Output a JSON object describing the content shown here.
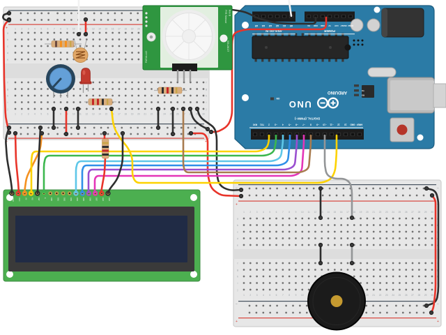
{
  "arduino": {
    "brand": "ARDUINO",
    "model": "UNO",
    "digital_label": "DIGITAL (PWM~)",
    "analog_label": "ANALOG IN",
    "power_label": "POWER",
    "on_label": "ON",
    "tx_label": "TX",
    "rx_label": "RX",
    "analog_pins": [
      "A5",
      "A4",
      "A3",
      "A2",
      "A1",
      "A0"
    ],
    "power_pins": [
      "Vin",
      "GND",
      "GND",
      "5V",
      "3.3V",
      "RESET",
      "IOREF"
    ],
    "digital_pins": [
      "RX0",
      "TX1",
      "2",
      "~3",
      "4",
      "~5",
      "~6",
      "~7",
      "8",
      "~9",
      "~10",
      "~11",
      "12",
      "13",
      "GND",
      "AREF"
    ]
  },
  "pir": {
    "title": "PIR Sensor",
    "rev": "Rev B",
    "part": "555-28027",
    "brand": "PARALLAX"
  },
  "lcd": {
    "pin_labels": [
      "GND",
      "VCC",
      "V0",
      "RS",
      "RW",
      "E",
      "DB0",
      "DB1",
      "DB2",
      "DB3",
      "DB4",
      "DB5",
      "DB6",
      "DB7",
      "LED",
      "LED"
    ],
    "pin_connections": [
      "black",
      "red",
      "orange",
      "yellow",
      "black",
      "green",
      null,
      null,
      null,
      null,
      "cyan",
      "blue",
      "purple",
      "magenta",
      "red",
      "black"
    ]
  },
  "breadboards": {
    "col_numbers": [
      "1",
      "2",
      "3",
      "4",
      "5",
      "6",
      "7",
      "8",
      "9",
      "10",
      "11",
      "12",
      "13",
      "14",
      "15",
      "16",
      "17",
      "18",
      "19",
      "20",
      "21",
      "22",
      "23",
      "24",
      "25",
      "26",
      "27",
      "28",
      "29",
      "30"
    ],
    "row_letters_top": [
      "a",
      "b",
      "c",
      "d",
      "e"
    ],
    "row_letters_bottom": [
      "f",
      "g",
      "h",
      "i",
      "j"
    ],
    "rail_plus": "+",
    "rail_minus": "−"
  },
  "colors": {
    "wire_colors": {
      "black": "#2e2e2e",
      "red": "#e8342a",
      "orange": "#f59120",
      "yellow": "#fdd200",
      "green": "#3cb74e",
      "cyan": "#5ec7e8",
      "blue": "#2f8fe8",
      "purple": "#9a4fd0",
      "magenta": "#e436b8",
      "brown": "#a87b4f",
      "gray": "#939597",
      "white": "#f2f2f2"
    },
    "palette": {
      "breadboard": "#e7e7e7",
      "breadboard_edge": "#cfcfcf",
      "breadboard_gap": "#dddddd",
      "hole": "#717171",
      "rail_minus": "#46525e",
      "rail_plus": "#d8453c",
      "arduino_board": "#2b7ba6",
      "arduino_edge": "#1d5d80",
      "header": "#1c1c1c",
      "chip": "#262626",
      "silver": "#d2d2d2",
      "pir_board": "#2f9640",
      "pir_inner": "#e2efe0",
      "pir_dome": "#f4f4f4",
      "lcd_board": "#4caf50",
      "lcd_bezel": "#3a3a3a",
      "lcd_screen": "#202b45",
      "buzzer": "#1b1b1b",
      "buzzer_center": "#c59a30",
      "led_red": "#c23a2e",
      "pot_base": "#27455c",
      "pot_knob": "#64a0d8",
      "resistor_body": "#d9ad7c",
      "gold_pad": "#c9a24a"
    }
  }
}
